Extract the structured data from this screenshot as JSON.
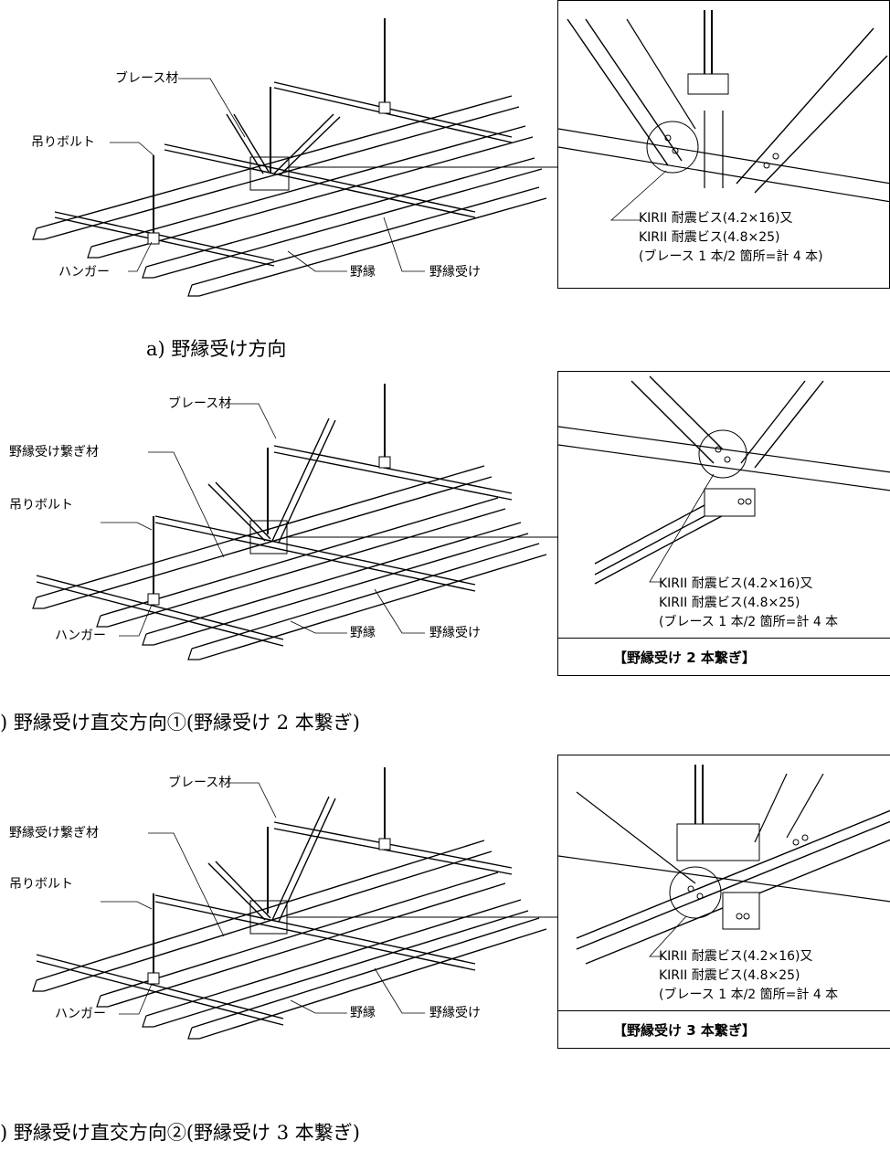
{
  "panels": [
    {
      "labels": {
        "brace": "ブレース材",
        "bolt": "吊りボルト",
        "hanger": "ハンガー",
        "joist": "野縁",
        "runner": "野縁受け"
      },
      "note_lines": [
        "KIRII 耐震ビス(4.2×16)又",
        "KIRII 耐震ビス(4.8×25)",
        "(ブレース 1 本/2 箇所=計 4 本)"
      ],
      "section_caption": "a)  野縁受け方向"
    },
    {
      "labels": {
        "brace": "ブレース材",
        "connector": "野縁受け繋ぎ材",
        "bolt": "吊りボルト",
        "hanger": "ハンガー",
        "joist": "野縁",
        "runner": "野縁受け"
      },
      "note_lines": [
        "KIRII 耐震ビス(4.2×16)又",
        "KIRII 耐震ビス(4.8×25)",
        "(ブレース 1 本/2 箇所=計 4 本"
      ],
      "detail_caption": "【野縁受け 2 本繋ぎ】",
      "section_caption": ")  野縁受け直交方向①(野縁受け 2 本繋ぎ)"
    },
    {
      "labels": {
        "brace": "ブレース材",
        "connector": "野縁受け繋ぎ材",
        "bolt": "吊りボルト",
        "hanger": "ハンガー",
        "joist": "野縁",
        "runner": "野縁受け"
      },
      "note_lines": [
        "KIRII 耐震ビス(4.2×16)又",
        "KIRII 耐震ビス(4.8×25)",
        "(ブレース 1 本/2 箇所=計 4 本"
      ],
      "detail_caption": "【野縁受け 3 本繋ぎ】",
      "section_caption": ")  野縁受け直交方向②(野縁受け 3 本繋ぎ)"
    }
  ]
}
